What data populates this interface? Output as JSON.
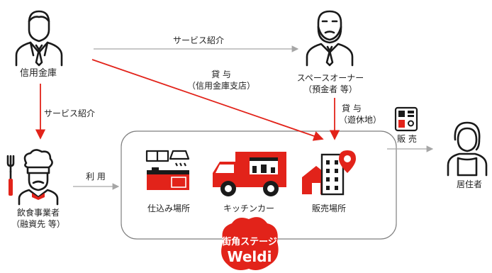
{
  "actors": {
    "bank": "信用金庫",
    "space_owner_line1": "スペースオーナー",
    "space_owner_line2": "（預金者 等）",
    "restaurant_line1": "飲食事業者",
    "restaurant_line2": "（融資先 等）",
    "resident": "居住者"
  },
  "facilities": {
    "prep": "仕込み場所",
    "kitchen_car": "キッチンカー",
    "sales": "販売場所"
  },
  "relations": {
    "service_intro_top": "サービス紹介",
    "service_intro_left": "サービス紹介",
    "lend_center_line1": "貸 与",
    "lend_center_line2": "（信用金庫支店）",
    "lend_right_line1": "貸 与",
    "lend_right_line2": "（遊休地）",
    "use": "利 用",
    "sell": "販 売"
  },
  "logo": {
    "jp": "街角ステージ",
    "en": "Weldi"
  },
  "colors": {
    "red": "#e2231a",
    "gray_arrow": "#a6a6a6",
    "dark": "#1a1a1a",
    "box_border": "#7f7f7f"
  }
}
